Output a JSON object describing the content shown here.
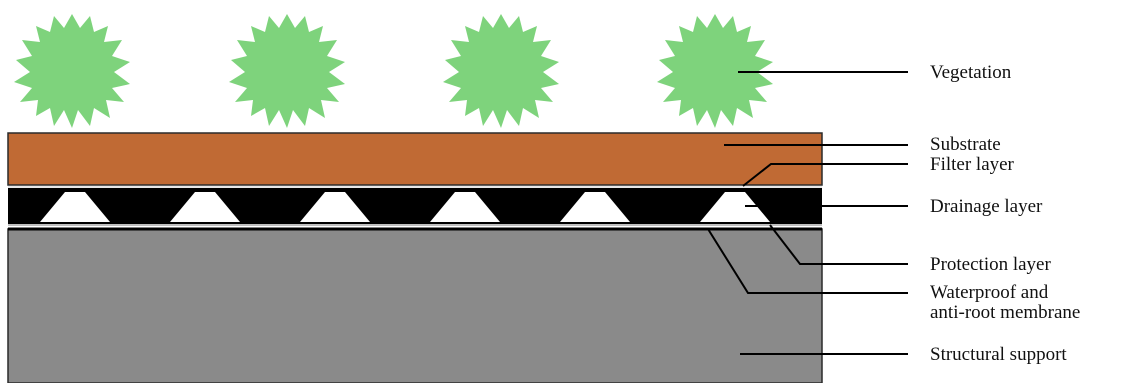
{
  "colors": {
    "vegetation": "#7ed37c",
    "substrate": "#c06a34",
    "drainage": "#000000",
    "drainage_cells": "#ffffff",
    "structural_support": "#8a8a8a",
    "outline": "#2a2a2a"
  },
  "labels": {
    "vegetation": "Vegetation",
    "substrate": "Substrate",
    "filter_layer": "Filter layer",
    "drainage_layer": "Drainage layer",
    "protection_layer": "Protection layer",
    "waterproof_line1": "Waterproof and",
    "waterproof_line2": "anti-root membrane",
    "structural_support": "Structural support"
  },
  "plant_count": 4,
  "drainage_cell_count": 6
}
